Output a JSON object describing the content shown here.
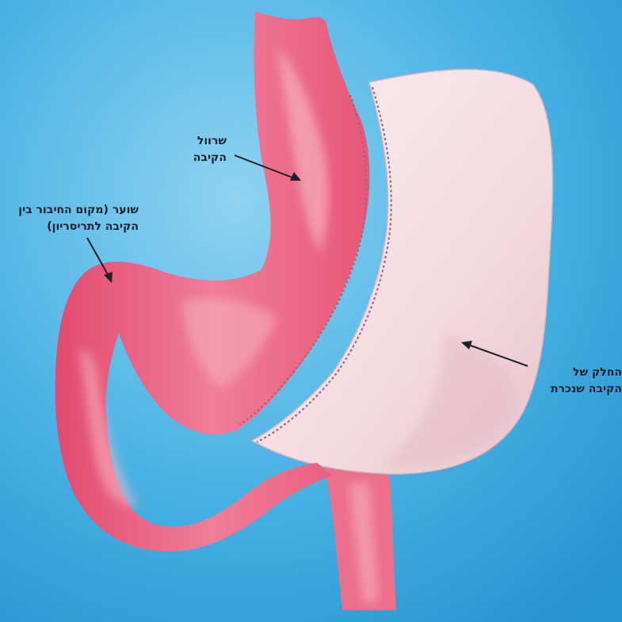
{
  "colors": {
    "background_light": "#8fd3f1",
    "background_mid": "#49b2e4",
    "background_dark": "#2793cf",
    "sleeve_pink": "#ec5a7e",
    "sleeve_highlight": "#f8b9c5",
    "removed_part": "#f6dfe4",
    "stitch": "#a7666f",
    "label_text": "#1d1f2c"
  },
  "labels": {
    "sleeve": {
      "line1": "שרוול",
      "line2": "הקיבה"
    },
    "pylorus": {
      "line1": "שוער (מקום החיבור בין",
      "line2": "הקיבה לתריסריון)"
    },
    "removed": {
      "line1": "החלק של",
      "line2": "הקיבה שנכרת"
    }
  }
}
